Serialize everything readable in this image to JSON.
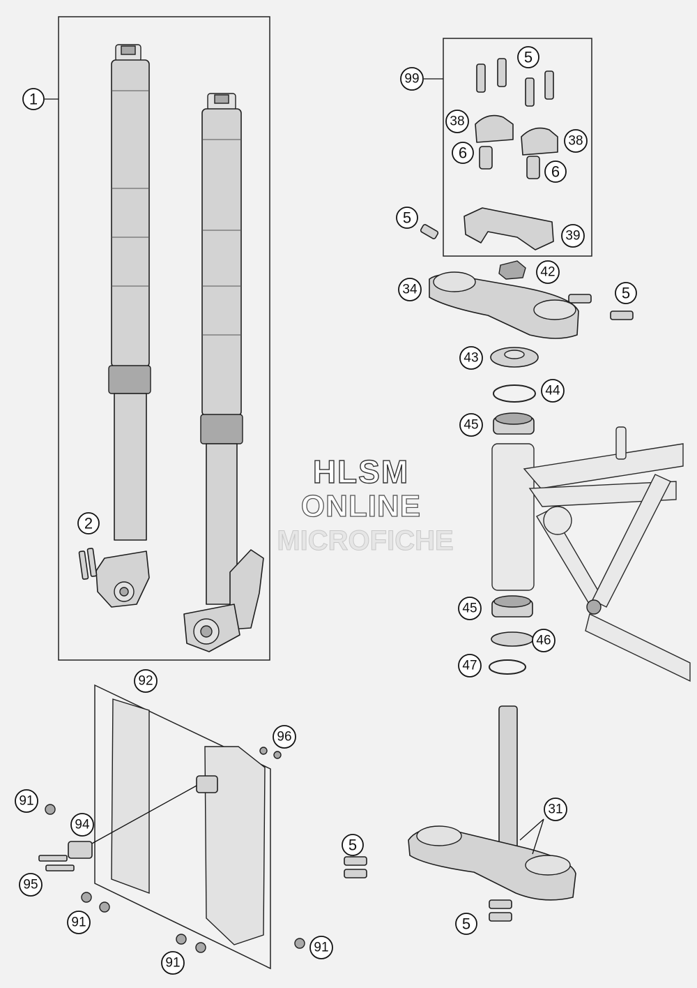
{
  "watermark": {
    "line1": "HLSM",
    "line2": "ONLINE",
    "line3": "MICROFICHE"
  },
  "callouts": [
    {
      "id": "fork-assembly",
      "label": "1"
    },
    {
      "id": "fork-bolts",
      "label": "2"
    },
    {
      "id": "kit-bolts",
      "label": "5"
    },
    {
      "id": "kit-box",
      "label": "99"
    },
    {
      "id": "clamp-top-left",
      "label": "38"
    },
    {
      "id": "clamp-top-right",
      "label": "38"
    },
    {
      "id": "screw-left",
      "label": "6"
    },
    {
      "id": "screw-right",
      "label": "6"
    },
    {
      "id": "upper-screw",
      "label": "5"
    },
    {
      "id": "clamp-base",
      "label": "39"
    },
    {
      "id": "stem-nut",
      "label": "42"
    },
    {
      "id": "upper-clamp",
      "label": "34"
    },
    {
      "id": "upper-clamp-bolts",
      "label": "5"
    },
    {
      "id": "dust-cover",
      "label": "43"
    },
    {
      "id": "o-ring-upper",
      "label": "44"
    },
    {
      "id": "bearing-upper",
      "label": "45"
    },
    {
      "id": "bearing-lower",
      "label": "45"
    },
    {
      "id": "seal-ring",
      "label": "46"
    },
    {
      "id": "o-ring-lower",
      "label": "47"
    },
    {
      "id": "guard-set",
      "label": "92"
    },
    {
      "id": "guard-nuts",
      "label": "96"
    },
    {
      "id": "guard-screw-a",
      "label": "91"
    },
    {
      "id": "holder",
      "label": "94"
    },
    {
      "id": "holder-screws",
      "label": "95"
    },
    {
      "id": "guard-screw-b",
      "label": "91"
    },
    {
      "id": "guard-screw-c",
      "label": "91"
    },
    {
      "id": "guard-screw-d",
      "label": "91"
    },
    {
      "id": "lower-clamp",
      "label": "31"
    },
    {
      "id": "lower-bolts-left",
      "label": "5"
    },
    {
      "id": "lower-bolts-bottom",
      "label": "5"
    }
  ]
}
